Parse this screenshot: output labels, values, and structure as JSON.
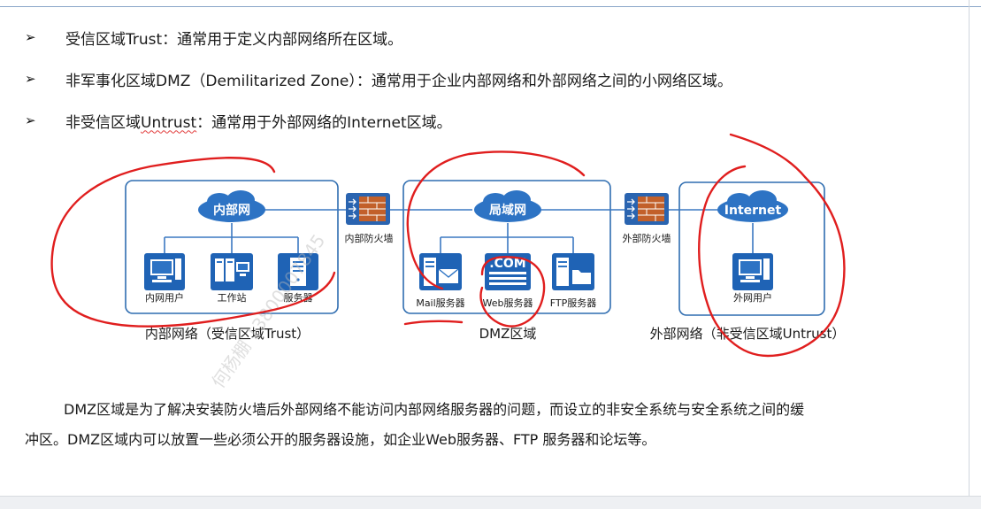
{
  "bullets": [
    {
      "text": "受信区域Trust：通常用于定义内部网络所在区域。"
    },
    {
      "text": "非军事化区域DMZ（Demilitarized Zone）：通常用于企业内部网络和外部网络之间的小网络区域。"
    },
    {
      "pre": "非受信区域",
      "underlined": "Untrust",
      "post": "：通常用于外部网络的Internet区域。"
    }
  ],
  "diagram": {
    "zones": [
      {
        "cloud": "内部网",
        "devices": [
          "内网用户",
          "工作站",
          "服务器"
        ],
        "label": "内部网络（受信区域Trust）"
      },
      {
        "cloud": "局域网",
        "devices": [
          "Mail服务器",
          "Web服务器",
          "FTP服务器"
        ],
        "label": "DMZ区域",
        "com_text": ".COM"
      },
      {
        "cloud": "Internet",
        "devices": [
          "外网用户"
        ],
        "label": "外部网络（非受信区域Untrust）"
      }
    ],
    "firewalls": [
      "内部防火墙",
      "外部防火墙"
    ],
    "watermark": "何杨棚 13800007845"
  },
  "paragraph": {
    "line1": "DMZ区域是为了解决安装防火墙后外部网络不能访问内部网络服务器的问题，而设立的非安全系统与安全系统之间的缓",
    "line2": "冲区。DMZ区域内可以放置一些必须公开的服务器设施，如企业Web服务器、FTP 服务器和论坛等。"
  },
  "colors": {
    "zone_border": "#2f6db0",
    "device_blue": "#1f63b5",
    "firewall": "#c2602a",
    "annotation": "#e01e1e"
  },
  "icons": [
    "bullet-arrow-icon",
    "cloud-icon",
    "firewall-icon",
    "pc-icon",
    "workstation-icon",
    "server-icon",
    "mail-server-icon",
    "web-server-icon",
    "ftp-server-icon"
  ]
}
